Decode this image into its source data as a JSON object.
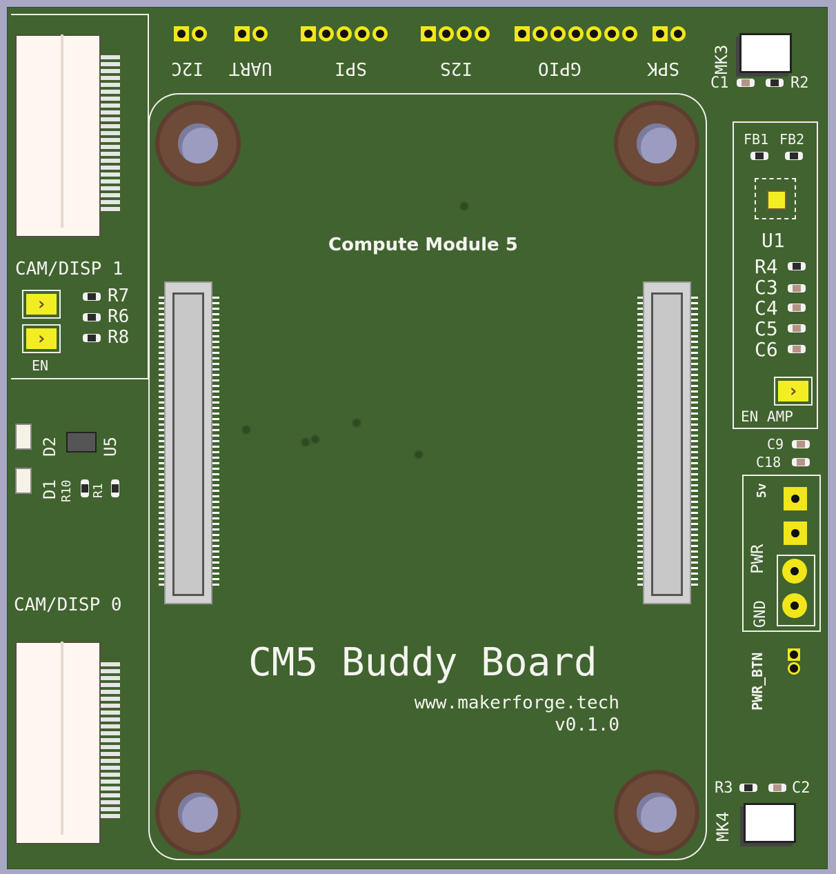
{
  "board": {
    "title": "CM5 Buddy Board",
    "website": "www.makerforge.tech",
    "version": "v0.1.0",
    "module_label": "Compute Module 5",
    "colors": {
      "soldermask": "#41632f",
      "silkscreen": "#f4f4f0",
      "pad_gold": "#f1e61a",
      "copper_ring": "#6e4a38",
      "background": "#a8a8c4"
    }
  },
  "top_headers": [
    {
      "label": "I2C",
      "pins": 2
    },
    {
      "label": "UART",
      "pins": 2
    },
    {
      "label": "SPI",
      "pins": 5
    },
    {
      "label": "I2S",
      "pins": 4
    },
    {
      "label": "GPIO",
      "pins": 7
    },
    {
      "label": "SPK",
      "pins": 2
    }
  ],
  "connectors": {
    "cam_disp_1": "CAM/DISP 1",
    "cam_disp_0": "CAM/DISP 0",
    "en_label": "EN",
    "en_amp_label": "EN AMP",
    "pwr_label": "PWR",
    "gnd_label": "GND",
    "v5_label": "5v",
    "pwr_btn_label": "PWR_BTN"
  },
  "components": {
    "mk3": "MK3",
    "mk4": "MK4",
    "c1": "C1",
    "r2": "R2",
    "r3": "R3",
    "c2": "C2",
    "fb1": "FB1",
    "fb2": "FB2",
    "u1": "U1",
    "r4": "R4",
    "c3": "C3",
    "c4": "C4",
    "c5": "C5",
    "c6": "C6",
    "c9": "C9",
    "c18": "C18",
    "r7": "R7",
    "r6": "R6",
    "r8": "R8",
    "d1": "D1",
    "d2": "D2",
    "u5": "U5",
    "r10": "R10",
    "r1": "R1"
  }
}
